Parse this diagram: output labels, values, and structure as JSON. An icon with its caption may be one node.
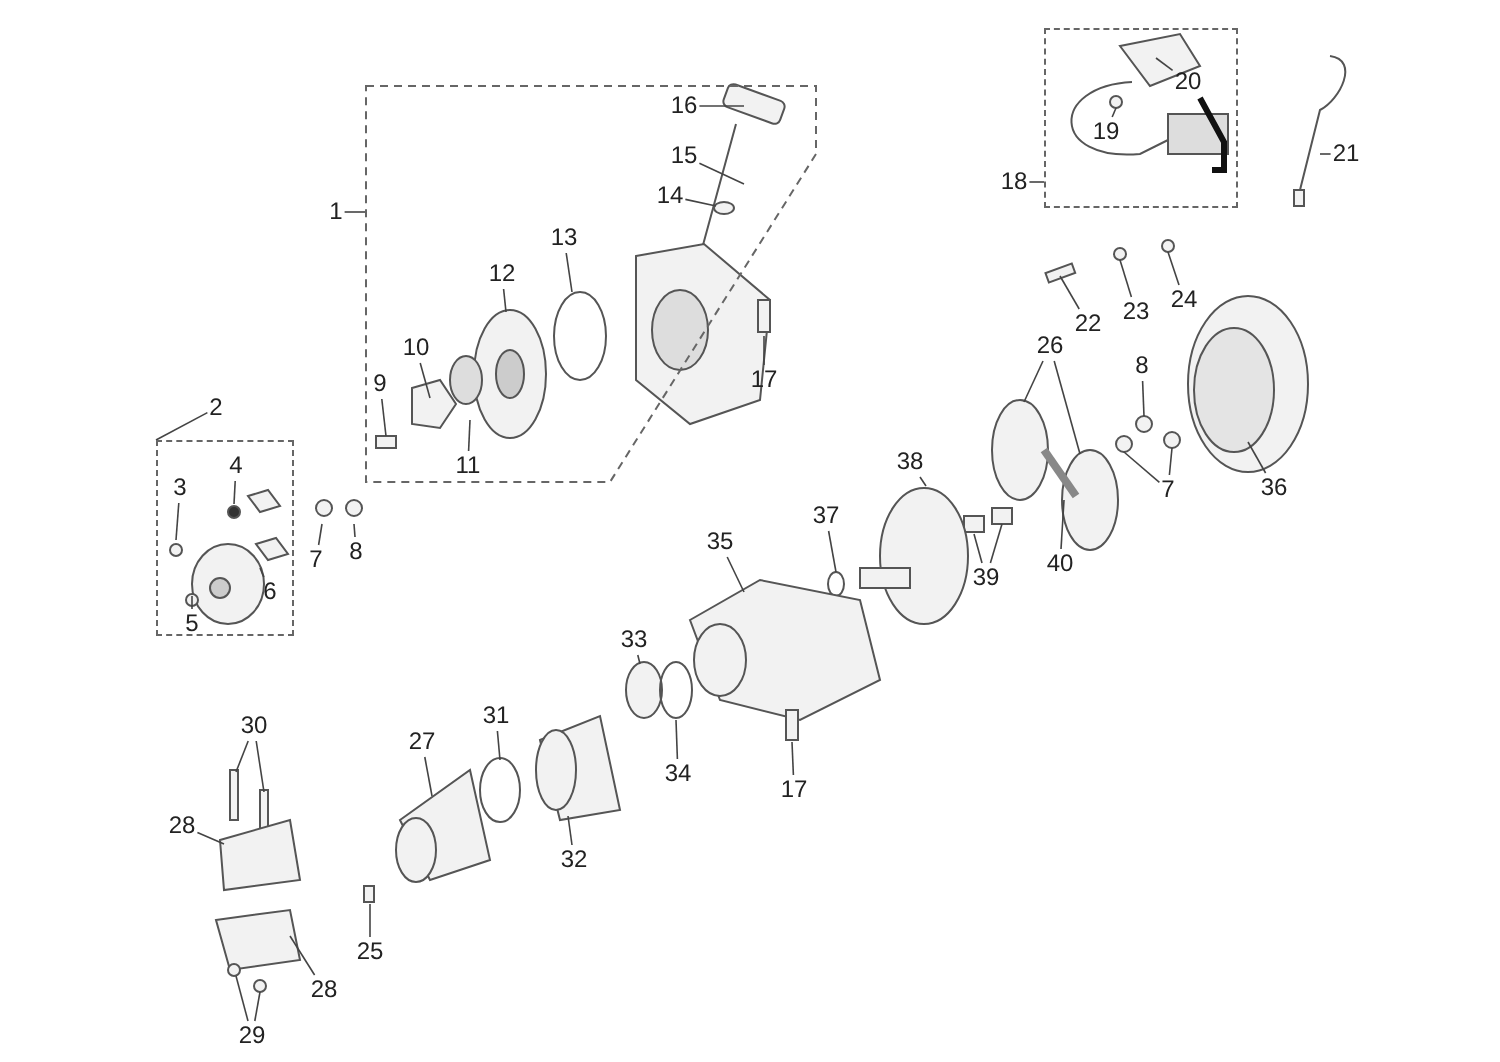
{
  "diagram": {
    "nodes": [
      {
        "text": [
          "1"
        ]
      },
      {
        "text": [],
        "shape": "box"
      },
      {
        "text": [
          "16"
        ],
        "in": 1
      },
      {
        "text": [
          "15"
        ],
        "in": 1
      },
      {
        "text": [
          "14"
        ],
        "in": 1
      },
      {
        "text": [
          "13"
        ],
        "in": 1
      },
      {
        "text": [
          "12"
        ],
        "in": 1
      },
      {
        "text": [
          "10"
        ],
        "in": 1
      },
      {
        "text": [
          "9"
        ],
        "in": 1
      },
      {
        "text": [
          "11"
        ],
        "in": 1
      },
      {
        "text": [
          "17"
        ]
      },
      {
        "text": [
          "2"
        ]
      },
      {
        "text": [],
        "shape": "box"
      },
      {
        "text": [
          "3"
        ],
        "in": 12
      },
      {
        "text": [
          "4"
        ],
        "in": 12
      },
      {
        "text": [
          "6"
        ],
        "in": 12
      },
      {
        "text": [
          "5"
        ],
        "in": 12
      },
      {
        "text": [
          "7"
        ]
      },
      {
        "text": [
          "8"
        ]
      },
      {
        "text": [
          "18"
        ]
      },
      {
        "text": [],
        "shape": "box"
      },
      {
        "text": [
          "20"
        ],
        "in": 20
      },
      {
        "text": [
          "19"
        ],
        "in": 20
      },
      {
        "text": [
          "21"
        ]
      },
      {
        "text": [
          "22"
        ]
      },
      {
        "text": [
          "23"
        ]
      },
      {
        "text": [
          "24"
        ]
      },
      {
        "text": [
          "26"
        ]
      },
      {
        "text": [
          "8"
        ]
      },
      {
        "text": [
          "7"
        ]
      },
      {
        "text": [
          "36"
        ]
      },
      {
        "text": [
          "38"
        ]
      },
      {
        "text": [
          "37"
        ]
      },
      {
        "text": [
          "35"
        ]
      },
      {
        "text": [
          "40"
        ]
      },
      {
        "text": [
          "39"
        ]
      },
      {
        "text": [
          "33"
        ]
      },
      {
        "text": [
          "31"
        ]
      },
      {
        "text": [
          "27"
        ]
      },
      {
        "text": [
          "34"
        ]
      },
      {
        "text": [
          "17"
        ]
      },
      {
        "text": [
          "30"
        ]
      },
      {
        "text": [
          "28"
        ]
      },
      {
        "text": [
          "32"
        ]
      },
      {
        "text": [
          "25"
        ]
      },
      {
        "text": [
          "28"
        ]
      },
      {
        "text": [
          "29"
        ]
      }
    ],
    "edges": [
      {
        "from": 0,
        "to": 1,
        "arrow": "none"
      },
      {
        "from": 2,
        "to": null,
        "arrow": "none"
      },
      {
        "from": 3,
        "to": null,
        "arrow": "none"
      },
      {
        "from": 4,
        "to": null,
        "arrow": "none"
      },
      {
        "from": 5,
        "to": null,
        "arrow": "none"
      },
      {
        "from": 6,
        "to": null,
        "arrow": "none"
      },
      {
        "from": 7,
        "to": null,
        "arrow": "none"
      },
      {
        "from": 8,
        "to": null,
        "arrow": "none"
      },
      {
        "from": 9,
        "to": null,
        "arrow": "none"
      },
      {
        "from": 10,
        "to": null,
        "arrow": "none"
      },
      {
        "from": 11,
        "to": 12,
        "arrow": "none"
      },
      {
        "from": 13,
        "to": null,
        "arrow": "none"
      },
      {
        "from": 14,
        "to": null,
        "arrow": "none"
      },
      {
        "from": 15,
        "to": null,
        "arrow": "none"
      },
      {
        "from": 16,
        "to": null,
        "arrow": "none"
      },
      {
        "from": 17,
        "to": null,
        "arrow": "none"
      },
      {
        "from": 18,
        "to": null,
        "arrow": "none"
      },
      {
        "from": 19,
        "to": 20,
        "arrow": "none"
      },
      {
        "from": 21,
        "to": null,
        "arrow": "none"
      },
      {
        "from": 22,
        "to": null,
        "arrow": "none"
      },
      {
        "from": 23,
        "to": null,
        "arrow": "none"
      },
      {
        "from": 24,
        "to": null,
        "arrow": "none"
      },
      {
        "from": 25,
        "to": null,
        "arrow": "none"
      },
      {
        "from": 26,
        "to": null,
        "arrow": "none"
      },
      {
        "from": 27,
        "to": null,
        "arrow": "none"
      },
      {
        "from": 27,
        "to": null,
        "arrow": "none"
      },
      {
        "from": 28,
        "to": null,
        "arrow": "none"
      },
      {
        "from": 29,
        "to": null,
        "arrow": "none"
      },
      {
        "from": 29,
        "to": null,
        "arrow": "none"
      },
      {
        "from": 30,
        "to": null,
        "arrow": "none"
      },
      {
        "from": 31,
        "to": null,
        "arrow": "none"
      },
      {
        "from": 32,
        "to": null,
        "arrow": "none"
      },
      {
        "from": 33,
        "to": null,
        "arrow": "none"
      },
      {
        "from": 34,
        "to": null,
        "arrow": "none"
      },
      {
        "from": 35,
        "to": null,
        "arrow": "none"
      },
      {
        "from": 35,
        "to": null,
        "arrow": "none"
      },
      {
        "from": 36,
        "to": null,
        "arrow": "none"
      },
      {
        "from": 37,
        "to": null,
        "arrow": "none"
      },
      {
        "from": 38,
        "to": null,
        "arrow": "none"
      },
      {
        "from": 39,
        "to": null,
        "arrow": "none"
      },
      {
        "from": 40,
        "to": null,
        "arrow": "none"
      },
      {
        "from": 41,
        "to": null,
        "arrow": "none"
      },
      {
        "from": 41,
        "to": null,
        "arrow": "none"
      },
      {
        "from": 42,
        "to": null,
        "arrow": "none"
      },
      {
        "from": 43,
        "to": null,
        "arrow": "none"
      },
      {
        "from": 44,
        "to": null,
        "arrow": "none"
      },
      {
        "from": 45,
        "to": null,
        "arrow": "none"
      },
      {
        "from": 46,
        "to": null,
        "arrow": "none"
      },
      {
        "from": 46,
        "to": null,
        "arrow": "none"
      }
    ]
  }
}
